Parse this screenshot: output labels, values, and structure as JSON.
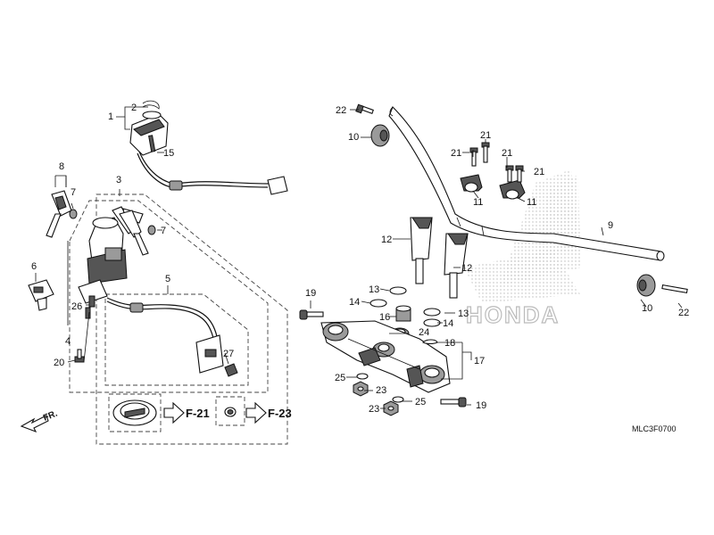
{
  "diagram_code": "MLC3F0700",
  "front_label": "FR.",
  "watermark": "HONDA",
  "references": {
    "fuel_cap": "F-21",
    "fuel_cap_bolt": "F-23"
  },
  "callouts": {
    "p1": "1",
    "p2": "2",
    "p3": "3",
    "p4": "4",
    "p5": "5",
    "p6": "6",
    "p7a": "7",
    "p7b": "7",
    "p8": "8",
    "p9": "9",
    "p10a": "10",
    "p10b": "10",
    "p11a": "11",
    "p11b": "11",
    "p12a": "12",
    "p12b": "12",
    "p13a": "13",
    "p13b": "13",
    "p14a": "14",
    "p14b": "14",
    "p15": "15",
    "p16": "16",
    "p17": "17",
    "p18": "18",
    "p19a": "19",
    "p19b": "19",
    "p20": "20",
    "p21a": "21",
    "p21b": "21",
    "p21c": "21",
    "p21d": "21",
    "p22a": "22",
    "p22b": "22",
    "p23a": "23",
    "p23b": "23",
    "p24": "24",
    "p25a": "25",
    "p25b": "25",
    "p26": "26",
    "p27": "27"
  },
  "colors": {
    "line": "#111111",
    "dash": "#444444",
    "part_dark": "#555555",
    "watermark": "#bbbbbb"
  }
}
